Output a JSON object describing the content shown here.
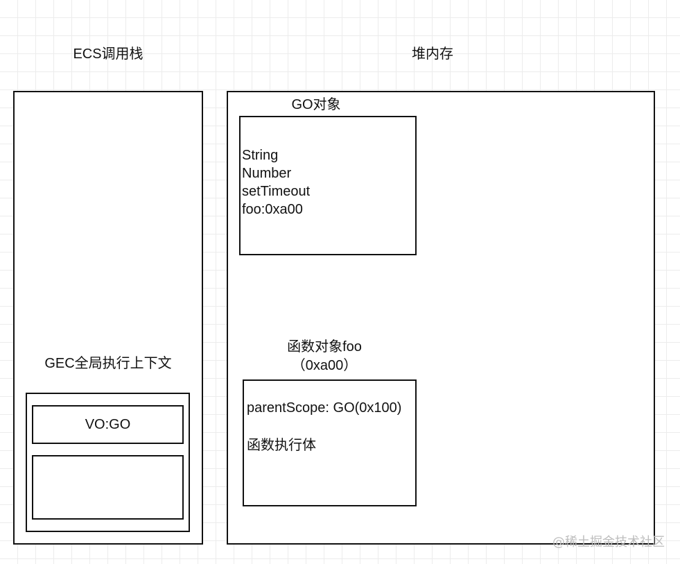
{
  "ecs": {
    "title": "ECS调用栈",
    "gec_title": "GEC全局执行上下文",
    "vo": "VO:GO",
    "empty_slot": ""
  },
  "heap": {
    "title": "堆内存",
    "go_object": {
      "title": "GO对象",
      "lines": [
        "String",
        "Number",
        "setTimeout",
        "foo:0xa00"
      ]
    },
    "func_object": {
      "title": "函数对象foo",
      "address": "（0xa00）",
      "parent_scope": "parentScope: GO(0x100)",
      "body": "函数执行体"
    }
  },
  "watermark": "@稀土掘金技术社区"
}
